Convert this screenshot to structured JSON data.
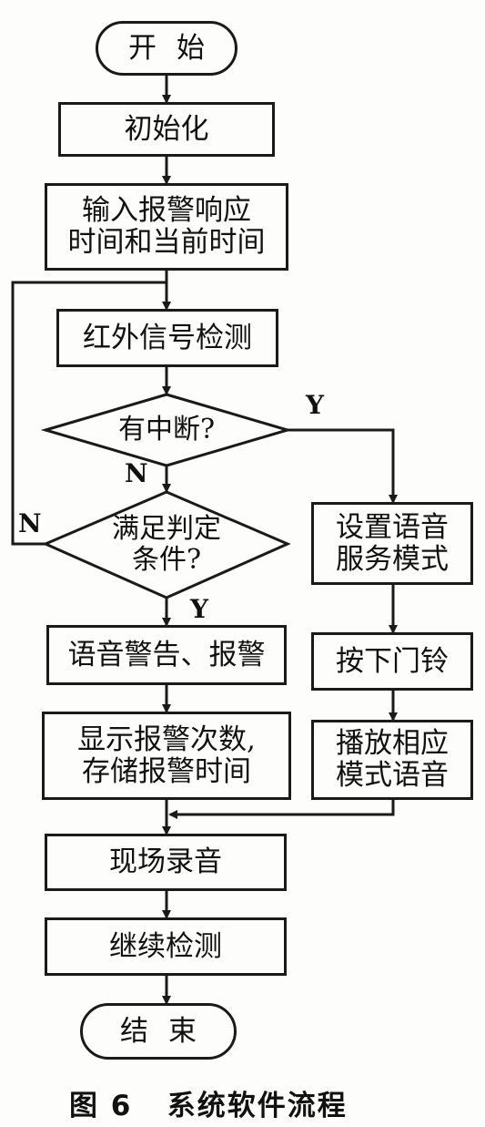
{
  "nodes": {
    "start": "开始",
    "init": "初始化",
    "input_time": "输入报警响应\n时间和当前时间",
    "ir_detect": "红外信号检测",
    "interrupt_q": "有中断?",
    "condition_q": "满足判定\n条件?",
    "voice_alarm": "语音警告、报警",
    "display_store": "显示报警次数,\n存储报警时间",
    "record": "现场录音",
    "continue_detect": "继续检测",
    "end": "结束",
    "set_voice_mode": "设置语音\n服务模式",
    "press_bell": "按下门铃",
    "play_voice": "播放相应\n模式语音"
  },
  "labels": {
    "interrupt_yes": "Y",
    "interrupt_no": "N",
    "condition_yes": "Y",
    "condition_no": "N"
  },
  "caption": "图 6   系统软件流程"
}
